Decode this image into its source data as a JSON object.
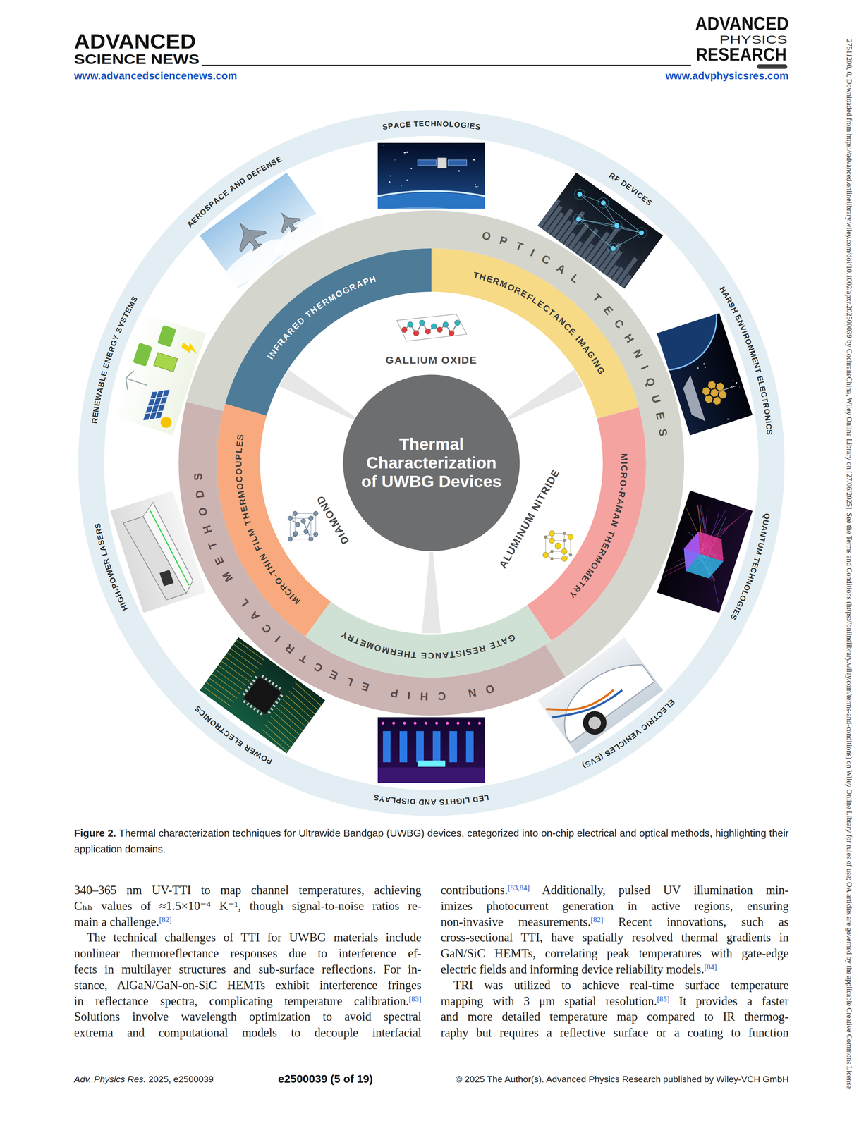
{
  "diagram": {
    "caption": "Figure 2. Thermal characterization techniques for Ultrawide Bandgap (UWBG) devices, categorized into on-chip electrical and optical methods, highlighting their application domains.",
    "nodes": [
      {
        "text": [
          "Thermal Characterization of UWBG Devices"
        ]
      },
      {
        "text": [
          "OPTICAL TECHNIQUES"
        ]
      },
      {
        "text": [
          "INFRARED THERMOGRAPH"
        ]
      },
      {
        "text": [
          "THERMOREFLECTANCE IMAGING"
        ]
      },
      {
        "text": [
          "MICRO-RAMAN THERMOMETRY"
        ]
      },
      {
        "text": [
          "GATE RESISTANCE THERMOMETRY"
        ]
      },
      {
        "text": [
          "MICRO-THIN FILM THERMOCOUPLES"
        ]
      },
      {
        "text": [
          "ON CHIP ELECTRICAL METHODS"
        ]
      }
    ],
    "labels": [
      "ADVANCED",
      "SCIENCE NEWS",
      "www.advancedsciencenews.com",
      "ADVANCED",
      "PHYSICS",
      "RESEARCH",
      "www.advphysicsres.com",
      "27511200, 0, Downloaded from https://advanced.onlinelibrary.wiley.com/doi/10.1002/apxr.202500039 by CochraneChina, Wiley Online Library on [27/06/2025]. See the Terms and Conditions (https://onlinelibrary.wiley.com/terms-and-conditions) on Wiley Online Library for rules of use; OA articles are governed by the applicable Creative Commons License",
      "SPACE TECHNOLOGIES",
      "RF DEVICES",
      "HARSH ENVIRONMENT ELECTRONICS",
      "QUANTUM TECHNOLOGIES",
      "ELECTRIC VEHICLES (EVS)",
      "LED LIGHTS AND DISPLAYS",
      "POWER ELECTRONICS",
      "HIGH-POWER LASERS",
      "RENEWABLE ENERGY SYSTEMS",
      "AEROSPACE AND DEFENSE",
      "GALLIUM OXIDE",
      "ALUMINUM NITRIDE",
      "DIAMOND",
      "340–365 nm UV-TTI to map channel temperatures, achieving",
      "Cₕₕ values of ≈1.5×10⁻⁴ K⁻¹, though signal-to-noise ratios re-",
      "main a challenge.[82]",
      "The technical challenges of TTI for UWBG materials include",
      "nonlinear thermoreflectance responses due to interference ef-",
      "fects in multilayer structures and sub-surface reflections. For in-",
      "stance, AlGaN/GaN-on-SiC HEMTs exhibit interference fringes",
      "in reflectance spectra, complicating temperature calibration.[83]",
      "Solutions involve wavelength optimization to avoid spectral",
      "extrema and computational models to decouple interfacial",
      "contributions.[83,84] Additionally, pulsed UV illumination min-",
      "imizes photocurrent generation in active regions, ensuring",
      "non-invasive measurements.[82] Recent innovations, such as",
      "cross-sectional TTI, have spatially resolved thermal gradients in",
      "GaN/SiC HEMTs, correlating peak temperatures with gate-edge",
      "electric fields and informing device reliability models.[84]",
      "TRI was utilized to achieve real-time surface temperature",
      "mapping with 3 μm spatial resolution.[85] It provides a faster",
      "and more detailed temperature map compared to IR thermog-",
      "raphy but requires a reflective surface or a coating to function",
      "Adv. Physics Res. 2025, e2500039",
      "e2500039 (5 of 19)",
      "© 2025 The Author(s). Advanced Physics Research published by Wiley-VCH GmbH"
    ]
  }
}
